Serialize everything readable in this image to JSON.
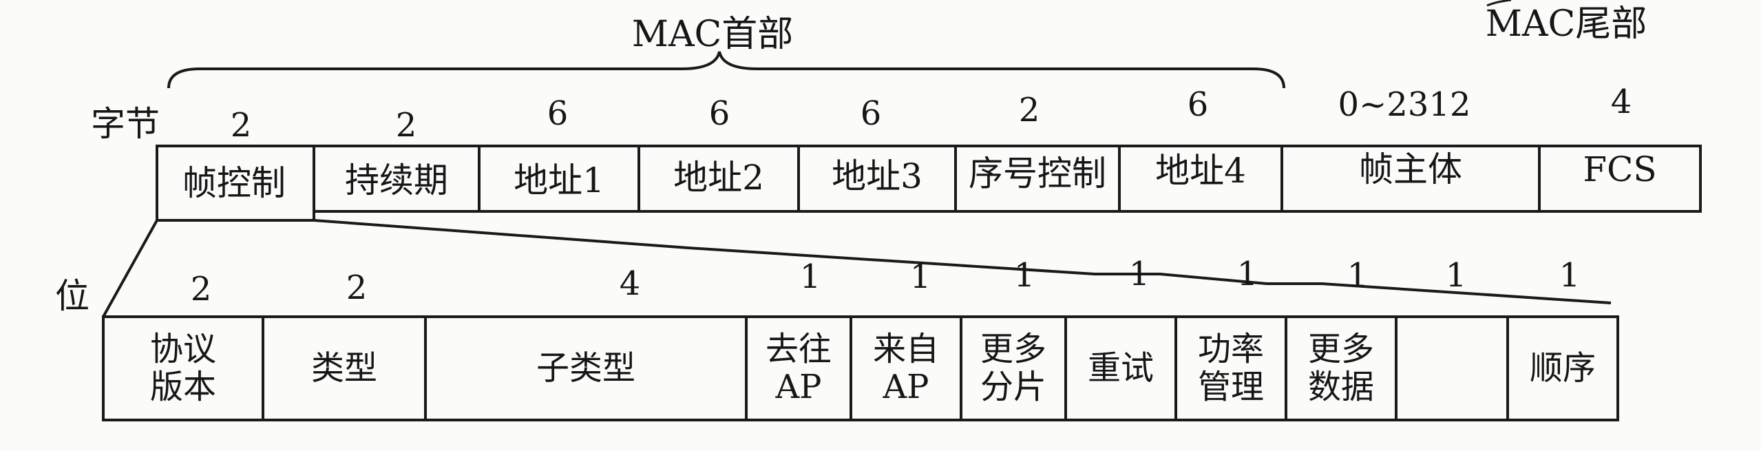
{
  "header": {
    "mac_head": "MAC首部",
    "mac_tail": "MAC尾部"
  },
  "bytes_row": {
    "label": "字节",
    "fields": [
      {
        "name": "帧控制",
        "size": "2"
      },
      {
        "name": "持续期",
        "size": "2"
      },
      {
        "name": "地址1",
        "size": "6"
      },
      {
        "name": "地址2",
        "size": "6"
      },
      {
        "name": "地址3",
        "size": "6"
      },
      {
        "name": "序号控制",
        "size": "2"
      },
      {
        "name": "地址4",
        "size": "6"
      },
      {
        "name": "帧主体",
        "size": "0~2312"
      },
      {
        "name": "FCS",
        "size": "4"
      }
    ]
  },
  "bits_row": {
    "label": "位",
    "fields": [
      {
        "line1": "协议",
        "line2": "版本",
        "size": "2"
      },
      {
        "line1": "类型",
        "line2": "",
        "size": "2"
      },
      {
        "line1": "子类型",
        "line2": "",
        "size": "4"
      },
      {
        "line1": "去往",
        "line2": "AP",
        "size": "1"
      },
      {
        "line1": "来自",
        "line2": "AP",
        "size": "1"
      },
      {
        "line1": "更多",
        "line2": "分片",
        "size": "1"
      },
      {
        "line1": "重试",
        "line2": "",
        "size": "1"
      },
      {
        "line1": "功率",
        "line2": "管理",
        "size": "1"
      },
      {
        "line1": "更多",
        "line2": "数据",
        "size": "1"
      },
      {
        "line1": "",
        "line2": "",
        "size": "1"
      },
      {
        "line1": "顺序",
        "line2": "",
        "size": "1"
      }
    ]
  }
}
